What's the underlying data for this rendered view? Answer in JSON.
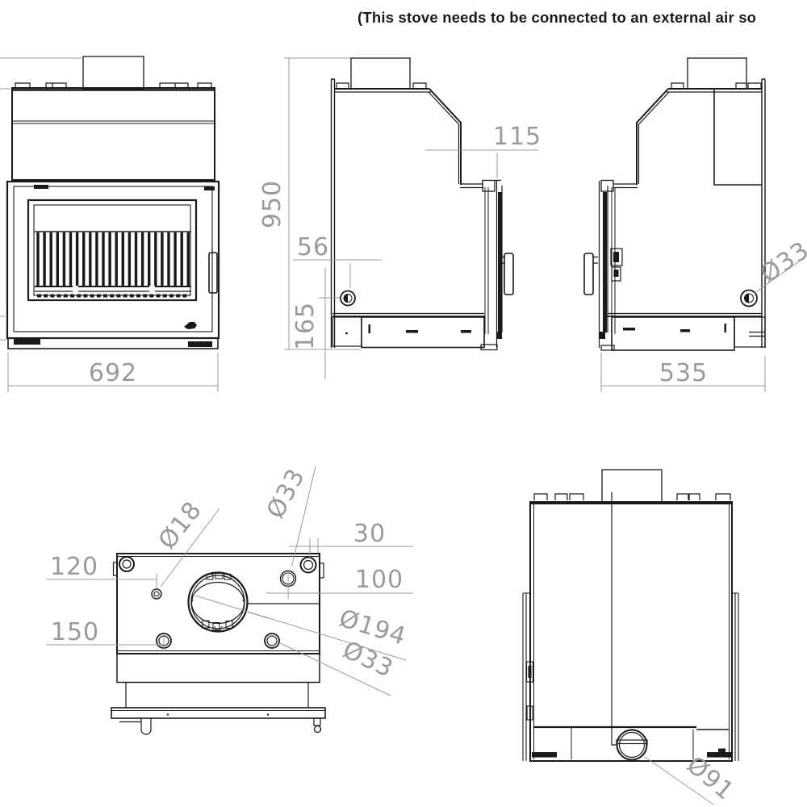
{
  "title": "(This stove needs to be connected to an external air so",
  "colors": {
    "background": "#ffffff",
    "part_line": "#1a1a1a",
    "dimension": "#9a9a9a",
    "title_text": "#1a1a1e"
  },
  "views": {
    "front": {
      "dim_width": "692"
    },
    "side_left": {
      "dim_height": "950",
      "dim_top_depth": "115",
      "dim_intake_setback": "56",
      "dim_intake_height": "165"
    },
    "side_right": {
      "dim_depth": "535",
      "dim_intake_diameter": "Ø33"
    },
    "plan": {
      "dim_left_offset_upper": "120",
      "dim_left_offset_lower": "150",
      "dim_corner_hole_offset": "30",
      "dim_rear_hole_offset": "100",
      "dim_small_hole_diameter": "Ø18",
      "dim_rear_hole_diameter": "Ø33",
      "dim_flue_diameter": "Ø194",
      "dim_front_hole_diameter": "Ø33"
    },
    "rear": {
      "dim_air_inlet_diameter": "Ø91"
    }
  }
}
